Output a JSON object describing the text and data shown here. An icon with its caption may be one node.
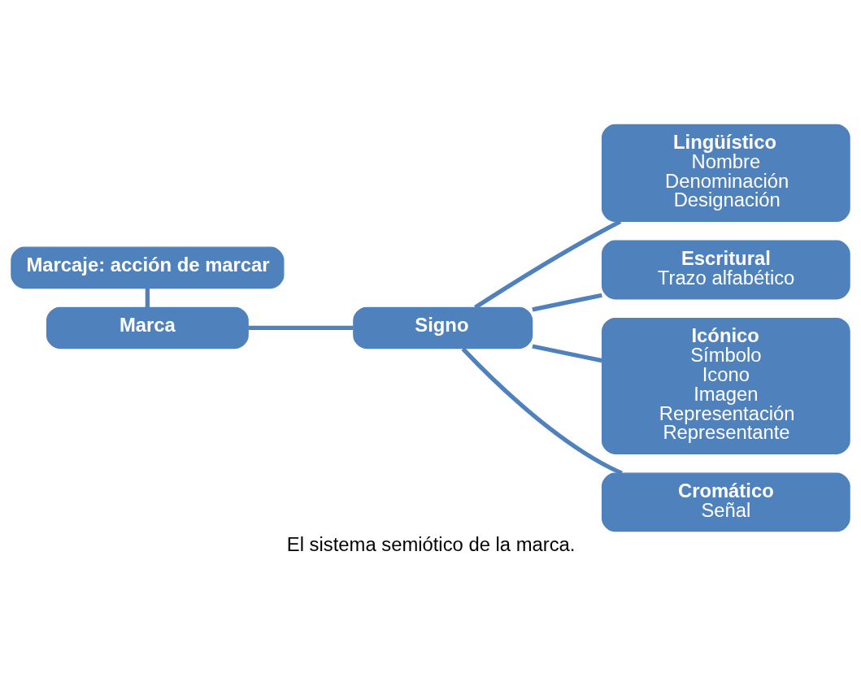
{
  "diagram": {
    "caption": "El sistema semiótico de la marca.",
    "nodes": [
      {
        "text": [
          "Marcaje: acción de marcar"
        ]
      },
      {
        "text": [
          "Marca"
        ]
      },
      {
        "text": [
          "Signo"
        ]
      },
      {
        "text": [
          "Lingüístico",
          "Nombre",
          "Denominación",
          "Designación"
        ]
      },
      {
        "text": [
          "Escritural",
          "Trazo alfabético"
        ]
      },
      {
        "text": [
          "Icónico",
          "Símbolo",
          "Icono",
          "Imagen",
          "Representación",
          "Representante"
        ]
      },
      {
        "text": [
          "Cromático",
          "Señal"
        ]
      }
    ],
    "edges": [
      {
        "from": 0,
        "to": 1,
        "arrow": "none"
      },
      {
        "from": 1,
        "to": 2,
        "arrow": "none"
      },
      {
        "from": 2,
        "to": 3,
        "arrow": "none"
      },
      {
        "from": 2,
        "to": 4,
        "arrow": "none"
      },
      {
        "from": 2,
        "to": 5,
        "arrow": "none"
      },
      {
        "from": 2,
        "to": 6,
        "arrow": "none"
      }
    ]
  }
}
